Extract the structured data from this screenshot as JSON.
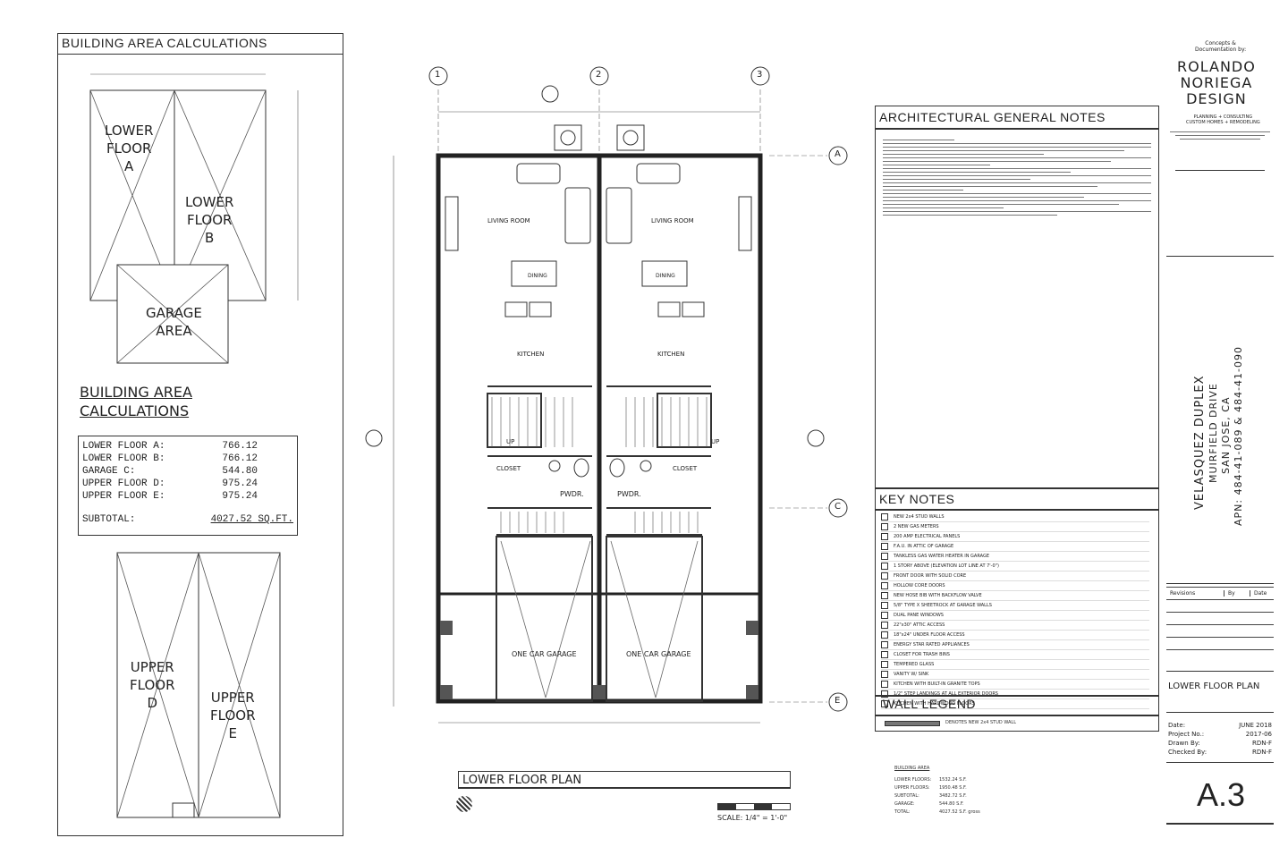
{
  "left": {
    "title": "BUILDING AREA CALCULATIONS",
    "lowerA": "LOWER\nFLOOR\nA",
    "lowerB": "LOWER\nFLOOR\nB",
    "garage": "GARAGE\nAREA",
    "calc_title": "BUILDING AREA\nCALCULATIONS",
    "rows": [
      {
        "label": "LOWER FLOOR A:",
        "value": "766.12"
      },
      {
        "label": "LOWER FLOOR B:",
        "value": "766.12"
      },
      {
        "label": "GARAGE C:",
        "value": "544.80"
      },
      {
        "label": "UPPER FLOOR D:",
        "value": "975.24"
      },
      {
        "label": "UPPER FLOOR E:",
        "value": "975.24"
      }
    ],
    "subtotal_label": "SUBTOTAL:",
    "subtotal_value": "4027.52 SQ.FT.",
    "upperD": "UPPER\nFLOOR\nD",
    "upperE": "UPPER\nFLOOR\nE"
  },
  "plan": {
    "grid": [
      "1",
      "2",
      "3"
    ],
    "grid_rows": [
      "A",
      "C",
      "E"
    ],
    "rooms": {
      "living1": "LIVING ROOM",
      "living2": "LIVING ROOM",
      "dining1": "DINING",
      "dining2": "DINING",
      "kitchen1": "KITCHEN",
      "kitchen2": "KITCHEN",
      "closet1": "CLOSET",
      "closet2": "CLOSET",
      "pwdr1": "PWDR.",
      "pwdr2": "PWDR.",
      "garage1": "ONE CAR GARAGE",
      "garage2": "ONE CAR GARAGE",
      "up1": "UP",
      "up2": "UP"
    },
    "title": "LOWER FLOOR PLAN",
    "scale": "SCALE: 1/4\" = 1'-0\""
  },
  "notes": {
    "title": "ARCHITECTURAL GENERAL NOTES",
    "key_title": "KEY NOTES",
    "key_items": [
      "NEW 2x4 STUD WALLS",
      "2 NEW GAS METERS",
      "200 AMP ELECTRICAL PANELS",
      "F.A.U. IN ATTIC OF GARAGE",
      "TANKLESS GAS WATER HEATER IN GARAGE",
      "1 STORY ABOVE (ELEVATION LOT LINE AT 7'-0\")",
      "FRONT DOOR WITH SOLID CORE",
      "HOLLOW CORE DOORS",
      "NEW HOSE BIB WITH BACKFLOW VALVE",
      "5/8\" TYPE X SHEETROCK AT GARAGE WALLS",
      "DUAL PANE WINDOWS",
      "22\"x30\" ATTIC ACCESS",
      "18\"x24\" UNDER FLOOR ACCESS",
      "ENERGY STAR RATED APPLIANCES",
      "CLOSET FOR TRASH BINS",
      "TEMPERED GLASS",
      "VANITY W/ SINK",
      "KITCHEN WITH BUILT-IN GRANITE TOPS",
      "1/2\" STEP LANDINGS AT ALL EXTERIOR DOORS",
      "KITCHEN WITH HARDWOOD FLOORS"
    ],
    "wall_title": "WALL LEGEND",
    "wall_item": "DENOTES NEW 2x4 STUD WALL",
    "summary_title": "BUILDING AREA",
    "summary": [
      {
        "label": "LOWER FLOORS:",
        "value": "1532.24 S.F."
      },
      {
        "label": "UPPER FLOORS:",
        "value": "1950.48 S.F."
      },
      {
        "label": "SUBTOTAL:",
        "value": "3482.72 S.F."
      },
      {
        "label": "GARAGE:",
        "value": "544.80 S.F."
      },
      {
        "label": "TOTAL:",
        "value": "4027.52 S.F. gross"
      }
    ]
  },
  "titleblock": {
    "concepts": "Concepts &\nDocumentation by:",
    "firm": "ROLANDO\nNORIEGA\nDESIGN",
    "planning": "PLANNING + CONSULTING\nCUSTOM HOMES + REMODELING",
    "project": "VELASQUEZ DUPLEX",
    "street": "MUIRFIELD DRIVE",
    "city": "SAN JOSE, CA",
    "apn": "APN: 484-41-089 & 484-41-090",
    "rev_label": "Revisions",
    "by_label": "By",
    "date_label": "Date",
    "sheet_title": "LOWER FLOOR PLAN",
    "date_k": "Date:",
    "date_v": "JUNE 2018",
    "proj_k": "Project No.:",
    "proj_v": "2017-06",
    "drawn_k": "Drawn By:",
    "drawn_v": "RDN-F",
    "check_k": "Checked By:",
    "check_v": "RDN-F",
    "sheet_no": "A.3"
  }
}
